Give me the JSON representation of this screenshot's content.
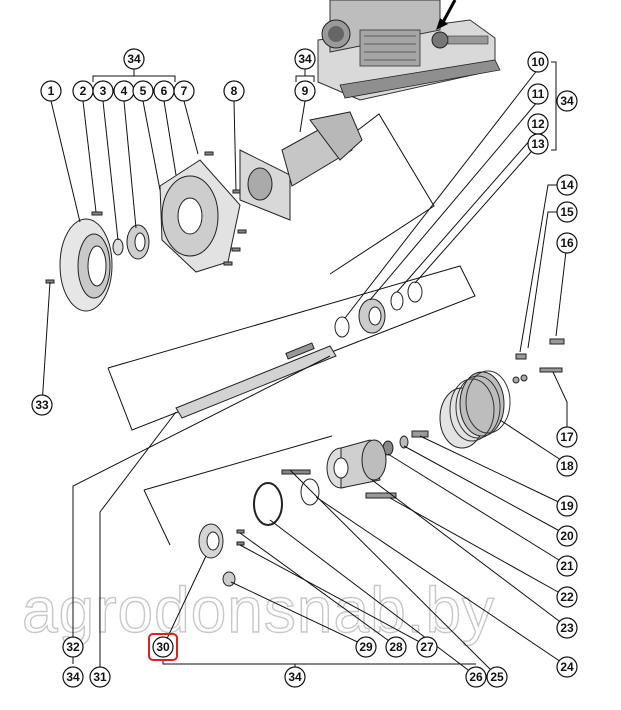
{
  "diagram": {
    "labels": [
      "1",
      "2",
      "3",
      "4",
      "5",
      "6",
      "7",
      "8",
      "9",
      "10",
      "11",
      "12",
      "13",
      "14",
      "15",
      "16",
      "17",
      "18",
      "19",
      "20",
      "21",
      "22",
      "23",
      "24",
      "25",
      "26",
      "27",
      "28",
      "29",
      "30",
      "31",
      "32",
      "33",
      "34"
    ],
    "highlighted_label": "30",
    "highlight_color": "#e0201e",
    "group_label": "34",
    "watermark": "agrodonsnab.by",
    "line_color": "#111111"
  }
}
